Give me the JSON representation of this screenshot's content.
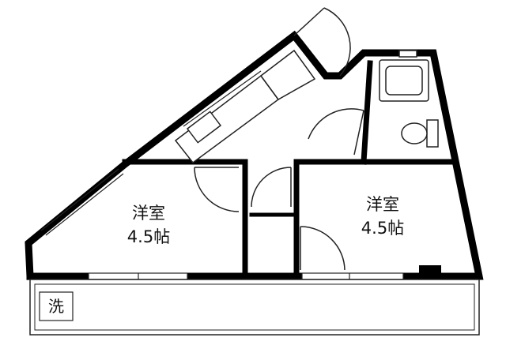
{
  "rooms": {
    "left": {
      "name": "洋室",
      "size": "4.5帖"
    },
    "right": {
      "name": "洋室",
      "size": "4.5帖"
    }
  },
  "laundry": {
    "label": "洗"
  },
  "colors": {
    "wall": "#000000",
    "line": "#222222",
    "background": "#ffffff"
  }
}
